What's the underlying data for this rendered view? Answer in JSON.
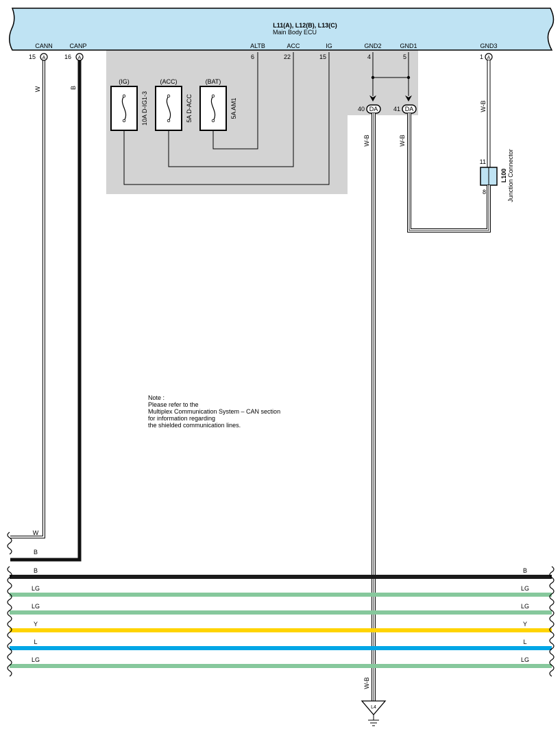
{
  "ecu": {
    "connectors": "L11(A), L12(B), L13(C)",
    "name": "Main Body ECU"
  },
  "ecu_pins": [
    {
      "id": "canN",
      "label": "CANN",
      "pin": "15",
      "connector": "A"
    },
    {
      "id": "canP",
      "label": "CANP",
      "pin": "16",
      "connector": "A"
    },
    {
      "id": "altb",
      "label": "ALTB",
      "pin": "6"
    },
    {
      "id": "acc",
      "label": "ACC",
      "pin": "22"
    },
    {
      "id": "ig",
      "label": "IG",
      "pin": "15"
    },
    {
      "id": "gnd2",
      "label": "GND2",
      "pin": "4"
    },
    {
      "id": "gnd1",
      "label": "GND1",
      "pin": "5"
    },
    {
      "id": "gnd3",
      "label": "GND3",
      "pin": "1",
      "connector": "A"
    }
  ],
  "fuses": [
    {
      "id": "ig",
      "circuit": "(IG)",
      "rating": "10A D-IG1-3"
    },
    {
      "id": "acc",
      "circuit": "(ACC)",
      "rating": "5A D-ACC"
    },
    {
      "id": "bat",
      "circuit": "(BAT)",
      "rating": "5A AM1"
    }
  ],
  "da_connectors": [
    {
      "pin": "40",
      "label": "DA"
    },
    {
      "pin": "41",
      "label": "DA"
    }
  ],
  "junction": {
    "id": "L100",
    "name": "Junction Connector",
    "pin_top": "11",
    "pin_bottom": "8"
  },
  "wire_colors": {
    "canN": "W",
    "canP": "B",
    "gnd2": "W-B",
    "gnd1": "W-B",
    "gnd3": "W-B",
    "ground_bottom": "W-B"
  },
  "ground": {
    "label": "L4"
  },
  "note": {
    "lines": [
      "Note :",
      "Please refer to the",
      "Multiplex Communication System – CAN section",
      "for information regarding",
      "the shielded communication lines."
    ]
  },
  "left_wires": [
    {
      "label": "W",
      "color": "#ffffff"
    },
    {
      "label": "B",
      "color": "#1a1a1a"
    }
  ],
  "bus": [
    {
      "label": "B",
      "color": "#1a1a1a"
    },
    {
      "label": "LG",
      "color": "#86c89c"
    },
    {
      "label": "LG",
      "color": "#86c89c"
    },
    {
      "label": "Y",
      "color": "#ffd400"
    },
    {
      "label": "L",
      "color": "#00a6e6"
    },
    {
      "label": "LG",
      "color": "#86c89c"
    }
  ],
  "colors": {
    "ecu_fill": "#bfe3f3",
    "shade": "#d3d3d3",
    "junction_fill": "#bfe3f3"
  }
}
